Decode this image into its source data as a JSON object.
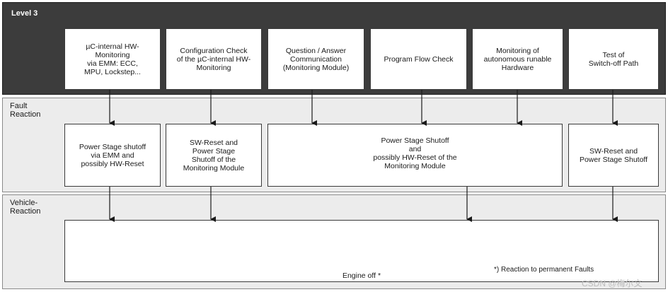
{
  "levels": {
    "level3": "Level 3",
    "fault_reaction": "Fault\nReaction",
    "vehicle_reaction": "Vehicle-\nReaction"
  },
  "monitoring": [
    "µC-internal HW-\nMonitoring\nvia EMM: ECC,\nMPU, Lockstep...",
    "Configuration Check\nof the  µC-internal HW-\nMonitoring",
    "Question / Answer\nCommunication\n(Monitoring Module)",
    "Program Flow Check",
    "Monitoring of\nautonomous runable\nHardware",
    "Test of\nSwitch-off Path"
  ],
  "fault_reactions": [
    "Power Stage shutoff\nvia EMM and\npossibly HW-Reset",
    "SW-Reset and\nPower Stage\nShutoff of the\nMonitoring Module",
    "Power Stage Shutoff\nand\npossibly HW-Reset of the\nMonitoring Module",
    "SW-Reset and\nPower Stage Shutoff"
  ],
  "vehicle": {
    "engine": "Engine off *",
    "footnote": "*) Reaction to permanent Faults"
  },
  "watermark": "CSDN @梅尔文",
  "colors": {
    "level3_band": "#3c3c3c",
    "reaction_band": "#ececec",
    "box": "#ffffff",
    "line": "#1a1a1a"
  }
}
